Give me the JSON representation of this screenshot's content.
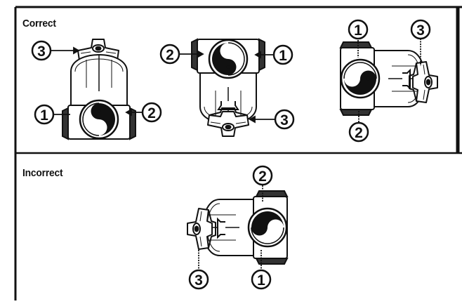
{
  "panels": {
    "correct_label": "Correct",
    "incorrect_label": "Incorrect"
  },
  "callouts": {
    "body": "1",
    "bolt": "2",
    "knob": "3"
  }
}
